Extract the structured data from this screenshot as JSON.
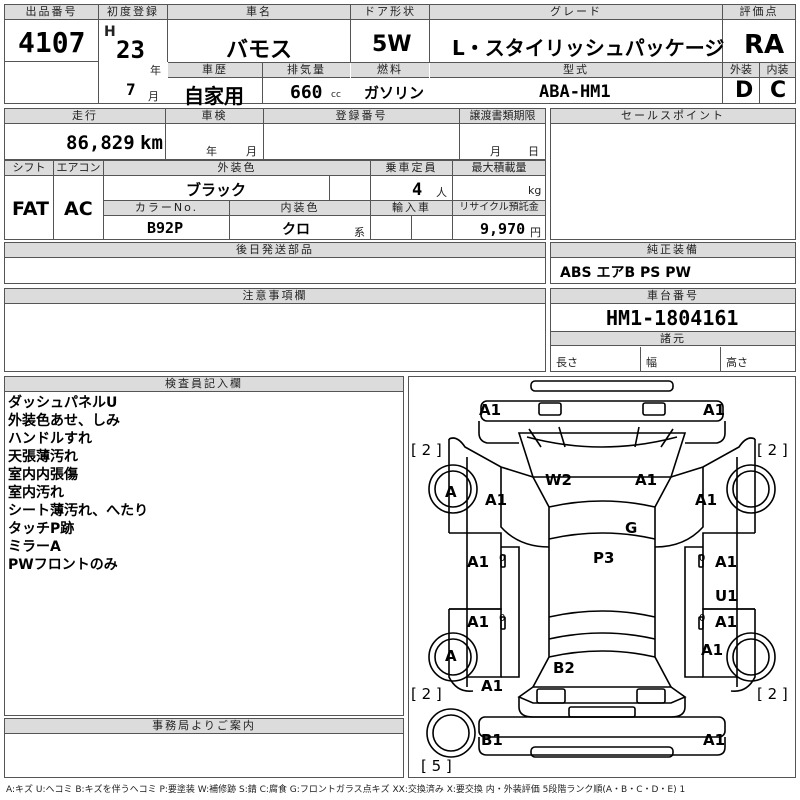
{
  "header": {
    "lot_label": "出品番号",
    "lot": "4107",
    "first_reg_label": "初度登録",
    "era": "H",
    "year": "23",
    "year_unit": "年",
    "month": "7",
    "month_unit": "月",
    "name_label": "車名",
    "name": "バモス",
    "door_label": "ドア形状",
    "door": "5W",
    "grade_label": "グレード",
    "grade": "L・スタイリッシュパッケージ",
    "score_label": "評価点",
    "score": "RA",
    "history_label": "車歴",
    "history": "自家用",
    "displacement_label": "排気量",
    "displacement": "660",
    "displacement_unit": "cc",
    "fuel_label": "燃料",
    "fuel": "ガソリン",
    "model_label": "型式",
    "model": "ABA-HM1",
    "exterior_label": "外装",
    "exterior": "D",
    "interior_label": "内装",
    "interior": "C"
  },
  "row2": {
    "mileage_label": "走行",
    "mileage": "86,829",
    "mileage_unit": "km",
    "inspection_label": "車検",
    "year_unit": "年",
    "month_unit": "月",
    "plate_label": "登録番号",
    "transfer_label": "譲渡書類期限",
    "t_month": "月",
    "t_day": "日",
    "selling_label": "セールスポイント"
  },
  "row3": {
    "shift_label": "シフト",
    "shift": "FAT",
    "ac_label": "エアコン",
    "ac": "AC",
    "color_label": "外装色",
    "color": "ブラック",
    "capacity_label": "乗車定員",
    "capacity": "4",
    "capacity_unit": "人",
    "load_label": "最大積載量",
    "load_unit": "kg",
    "color_no_label": "カラーNo.",
    "color_no": "B92P",
    "int_color_label": "内装色",
    "int_color": "クロ",
    "int_color_unit": "系",
    "import_label": "輸入車",
    "recycle_label": "リサイクル預託金",
    "recycle": "9,970",
    "recycle_unit": "円"
  },
  "parts": {
    "later_label": "後日発送部品",
    "genuine_label": "純正装備",
    "genuine": "ABS エアB PS PW"
  },
  "notes": {
    "caution_label": "注意事項欄",
    "chassis_label": "車台番号",
    "chassis": "HM1-1804161",
    "spec_label": "諸元",
    "length": "長さ",
    "width": "幅",
    "height": "高さ"
  },
  "inspector": {
    "label": "検査員記入欄",
    "lines": [
      "ダッシュパネルU",
      "外装色あせ、しみ",
      "ハンドルすれ",
      "天張薄汚れ",
      "室内内張傷",
      "室内汚れ",
      "シート薄汚れ、へたり",
      "タッチP跡",
      "ミラーA",
      "PWフロントのみ"
    ]
  },
  "office": {
    "label": "事務局よりご案内"
  },
  "diagram": {
    "marks": {
      "a1_fl": "A1",
      "a1_fr": "A1",
      "b2_l": "[ 2 ]",
      "b2_r": "[ 2 ]",
      "w2": "W2",
      "a1_hood": "A1",
      "a_wheel_fl": "A",
      "a1_fender_l": "A1",
      "a1_fender_r": "A1",
      "g": "G",
      "p3": "P3",
      "a1_door_fl": "A1",
      "a1_door_fr": "A1",
      "u1": "U1",
      "a1_door_rr": "A1",
      "a1_door_rl": "A1",
      "a_wheel_rl": "A",
      "a1_qtr_r": "A1",
      "b2_roof": "B2",
      "a1_qtr_l": "A1",
      "b2_bl": "[ 2 ]",
      "b2_br": "[ 2 ]",
      "b1": "B1",
      "a1_rear_r": "A1",
      "b5": "[ 5 ]",
      "zero1": "0",
      "zero2": "0",
      "zero3": "0",
      "zero4": "0"
    }
  },
  "legend": "A:キズ U:ヘコミ B:キズを伴うヘコミ P:要塗装 W:補修跡 S:錆 C:腐食 G:フロントガラス点キズ XX:交換済み X:要交換 内・外装評価 5段階ランク順(A・B・C・D・E) 1"
}
